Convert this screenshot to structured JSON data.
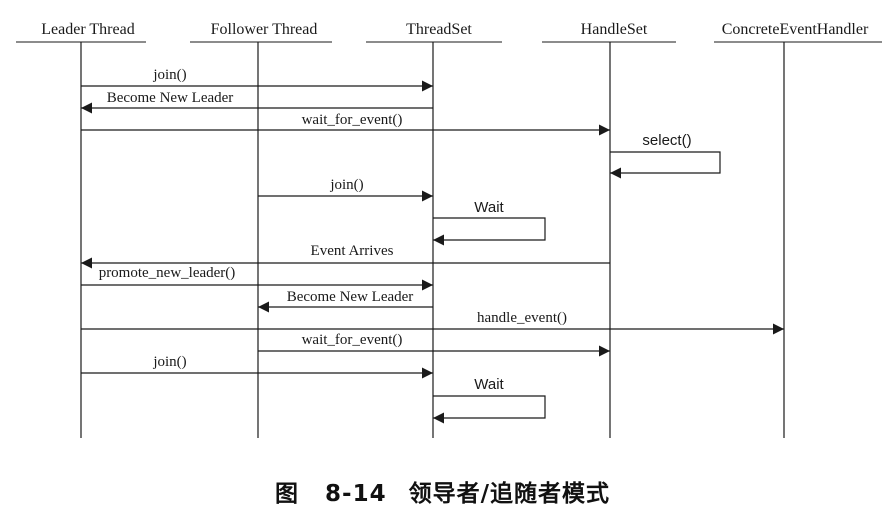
{
  "participants": [
    "Leader Thread",
    "Follower Thread",
    "ThreadSet",
    "HandleSet",
    "ConcreteEventHandler"
  ],
  "messages": [
    {
      "label": "join()"
    },
    {
      "label": "Become New Leader"
    },
    {
      "label": "wait_for_event()"
    },
    {
      "label": "select()"
    },
    {
      "label": "join()"
    },
    {
      "label": "Wait"
    },
    {
      "label": "Event Arrives"
    },
    {
      "label": "promote_new_leader()"
    },
    {
      "label": "Become New Leader"
    },
    {
      "label": "handle_event()"
    },
    {
      "label": "wait_for_event()"
    },
    {
      "label": "join()"
    },
    {
      "label": "Wait"
    }
  ],
  "caption": {
    "figure": "图",
    "number": "8-14",
    "title": "领导者/追随者模式"
  }
}
